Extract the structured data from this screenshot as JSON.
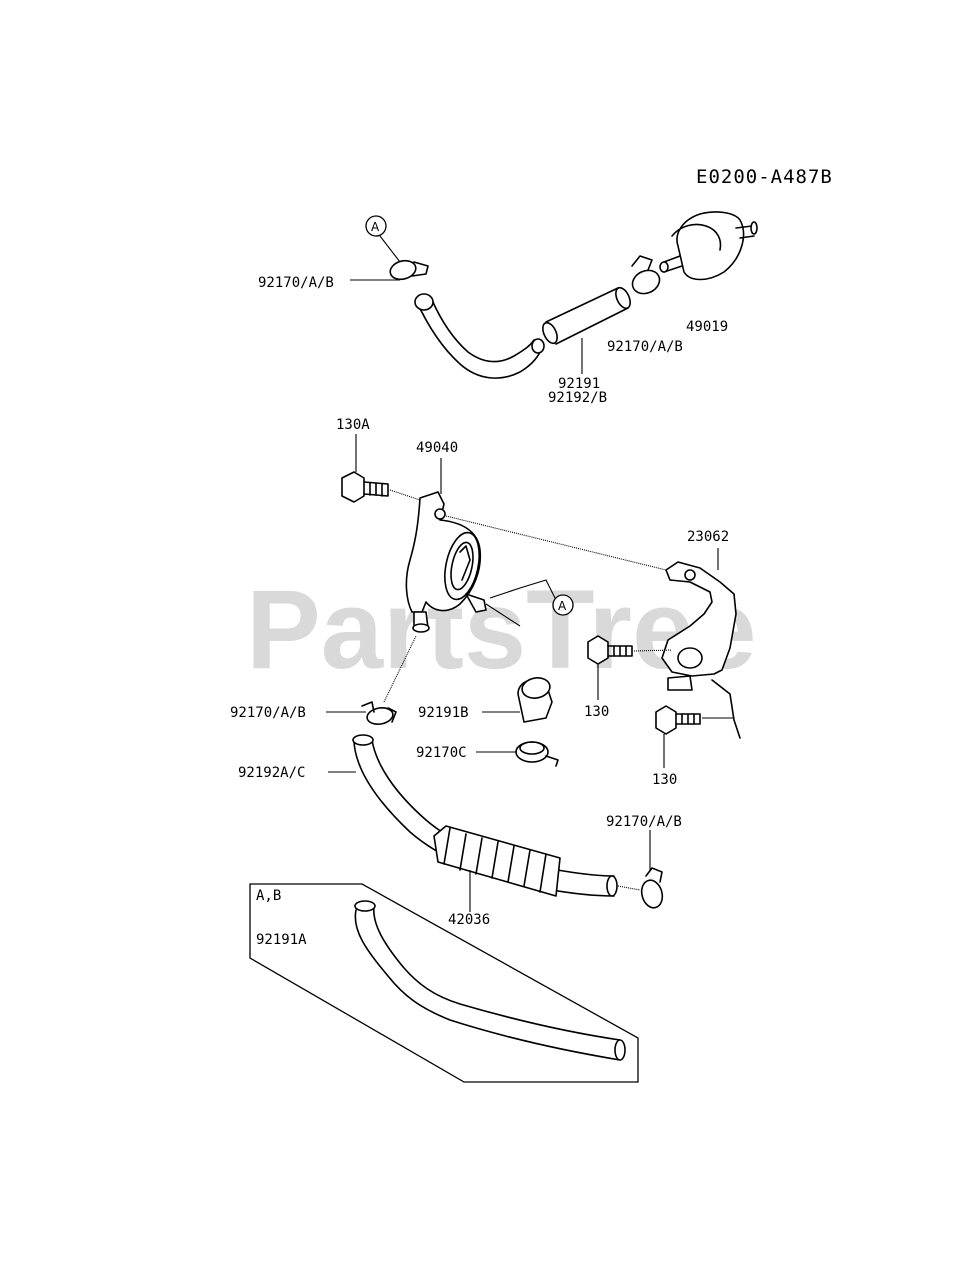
{
  "reference_code": "E0200-A487B",
  "watermark": "PartsTree",
  "callouts": {
    "a_top": "A",
    "a_mid": "A"
  },
  "labels": {
    "clamp_top_left": "92170/A/B",
    "clamp_top_right": "92170/A/B",
    "fuel_filter": "49019",
    "hose_top_1": "92191",
    "hose_top_2": "92192/B",
    "bolt_130a": "130A",
    "fuel_pump": "49040",
    "bracket": "23062",
    "bolt_130_upper": "130",
    "bolt_130_lower": "130",
    "clamp_mid_left": "92170/A/B",
    "hose_elbow": "92191B",
    "clamp_c": "92170C",
    "hose_long": "92192A/C",
    "clamp_bottom_right": "92170/A/B",
    "protector": "42036",
    "inset_variant": "A,B",
    "inset_hose": "92191A"
  }
}
